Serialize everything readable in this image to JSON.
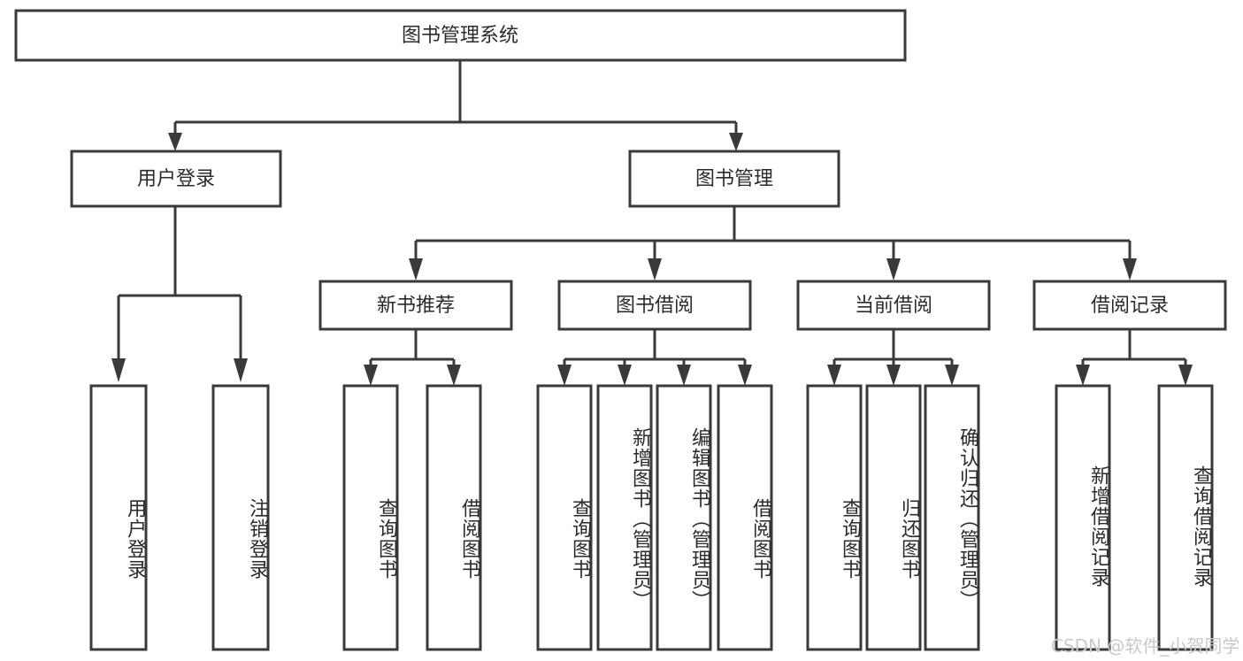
{
  "diagram": {
    "title_node": {
      "label": "图书管理系统"
    },
    "level2": [
      {
        "id": "user-login",
        "label": "用户登录"
      },
      {
        "id": "book-manage",
        "label": "图书管理"
      }
    ],
    "level3": [
      {
        "id": "new-book-recommend",
        "label": "新书推荐"
      },
      {
        "id": "book-borrow",
        "label": "图书借阅"
      },
      {
        "id": "current-borrow",
        "label": "当前借阅"
      },
      {
        "id": "borrow-record",
        "label": "借阅记录"
      }
    ],
    "leaves": {
      "user_login": [
        {
          "id": "leaf-user-login",
          "label": "用户登录"
        },
        {
          "id": "leaf-logout-login",
          "label": "注销登录"
        }
      ],
      "new_book_recommend": [
        {
          "id": "leaf-query-book-1",
          "label": "查询图书"
        },
        {
          "id": "leaf-borrow-book-1",
          "label": "借阅图书"
        }
      ],
      "book_borrow": [
        {
          "id": "leaf-query-book-2",
          "label": "查询图书"
        },
        {
          "id": "leaf-add-book",
          "label": "新增图书（管理员）"
        },
        {
          "id": "leaf-edit-book",
          "label": "编辑图书（管理员）"
        },
        {
          "id": "leaf-borrow-book-2",
          "label": "借阅图书"
        }
      ],
      "current_borrow": [
        {
          "id": "leaf-query-book-3",
          "label": "查询图书"
        },
        {
          "id": "leaf-return-book",
          "label": "归还图书"
        },
        {
          "id": "leaf-confirm-return",
          "label": "确认归还（管理员）"
        }
      ],
      "borrow_record": [
        {
          "id": "leaf-add-record",
          "label": "新增借阅记录"
        },
        {
          "id": "leaf-query-record",
          "label": "查询借阅记录"
        }
      ]
    }
  },
  "watermark": {
    "text": "CSDN @软件_小贺同学"
  },
  "colors": {
    "stroke": "#3a3a3a",
    "box_fill": "#ffffff",
    "text": "#2b2b2b",
    "watermark": "#c9c9c9",
    "background": "#ffffff"
  }
}
